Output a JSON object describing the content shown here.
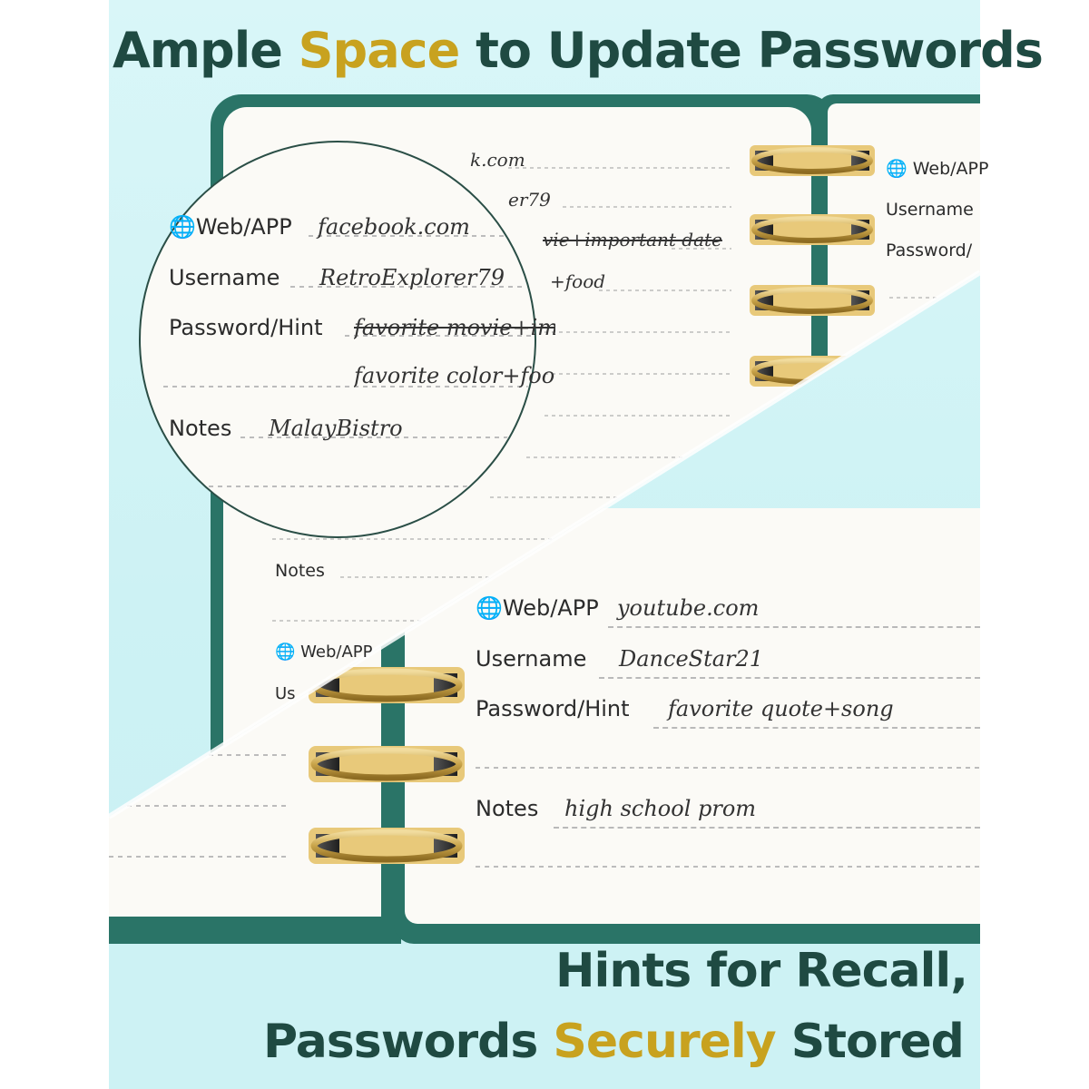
{
  "headline_top": {
    "pre": "Ample ",
    "highlight": "Space",
    "post": " to Update Passwords"
  },
  "headline_bottom": {
    "line1": "Hints for Recall,",
    "line2_pre": "Passwords ",
    "line2_highlight": "Securely",
    "line2_post": " Stored"
  },
  "labels": {
    "web_app": "Web/APP",
    "username": "Username",
    "password_hint": "Password/Hint",
    "notes": "Notes",
    "username_partial": "Us",
    "password_partial": "Password/",
    "webapp_partial_ps": "Web/APP"
  },
  "magnified_entry": {
    "web_app": "facebook.com",
    "username": "RetroExplorer79",
    "password_old": "favorite movie+im",
    "password_new": "favorite color+foo",
    "notes": "MalayBistro"
  },
  "background_entry_fragments": {
    "web_app": "k.com",
    "username": "er79",
    "password_old": "vie+important date",
    "password_new": "+food"
  },
  "lower_entry": {
    "web_app": "youtube.com",
    "username": "DanceStar21",
    "password": "favorite quote+song",
    "notes": "high school prom"
  },
  "colors": {
    "background": "#cdf2f4",
    "headline": "#1f4a42",
    "highlight": "#c8a21f",
    "cover": "#2a7467",
    "paper": "#fbfaf6",
    "ring": "#c9a44a"
  },
  "icons": [
    "globe-icon",
    "spiral-ring"
  ]
}
